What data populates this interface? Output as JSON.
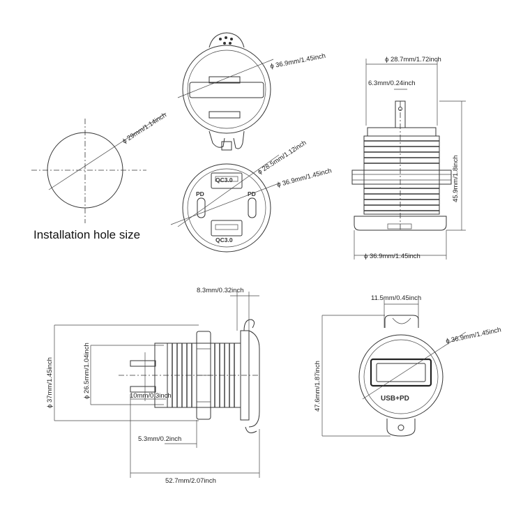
{
  "caption": "Installation hole size",
  "labels": {
    "hole_diameter": "29mm/1.14inch",
    "top_cap_diameter": "36.9mm/1.45inch",
    "inner_diameter": "28.5mm/1.12inch",
    "socket_face_diameter": "36.9mm/1.45inch",
    "side_total_width": "28.7mm/1.72inch",
    "terminal_width": "6.3mm/0.24inch",
    "side_height": "45.9mm/1.8inch",
    "side_base_diameter": "36.9mm/1.45inch",
    "bottom_left_height": "37mm/1.45inch",
    "thread_diameter": "26.5mm/1.04inch",
    "flange_thickness": "8.3mm/0.32inch",
    "terminal_length": "10mm/0.3inch",
    "nut_offset": "5.3mm/0.2inch",
    "total_length": "52.7mm/2.07inch",
    "cover_slot_width": "11.5mm/0.45inch",
    "cover_diameter": "36.9mm/1.45inch",
    "cover_height": "47.6mm/1.87inch"
  },
  "ports": {
    "qc_top": "QC3.0",
    "qc_bottom": "QC3.0",
    "pd_left": "PD",
    "pd_right": "PD",
    "cover_stamp": "USB+PD"
  },
  "diameter_symbol": "ϕ"
}
